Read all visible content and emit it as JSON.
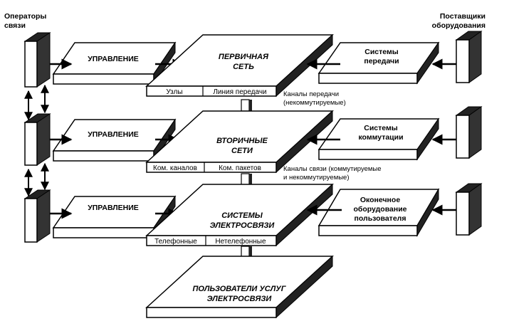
{
  "diagram": {
    "operators_label": [
      "Операторы",
      "связи"
    ],
    "suppliers_label": [
      "Поставщики",
      "оборудования"
    ],
    "management_label": "УПРАВЛЕНИЕ",
    "primary_network": {
      "title": [
        "ПЕРВИЧНАЯ",
        "СЕТЬ"
      ],
      "sections": [
        "Узлы",
        "Линия передачи"
      ]
    },
    "secondary_networks": {
      "title": [
        "ВТОРИЧНЫЕ",
        "СЕТИ"
      ],
      "sections": [
        "Ком. каналов",
        "Ком. пакетов"
      ]
    },
    "telecom_systems": {
      "title": [
        "СИСТЕМЫ",
        "ЭЛЕКТРОСВЯЗИ"
      ],
      "sections": [
        "Телефонные",
        "Нетелефонные"
      ]
    },
    "users": {
      "title": [
        "ПОЛЬЗОВАТЕЛИ УСЛУГ",
        "ЭЛЕКТРОСВЯЗИ"
      ]
    },
    "channels_1": [
      "Каналы передачи",
      "(некоммутируемые)"
    ],
    "channels_2": [
      "Каналы связи (коммутируемые",
      "и некоммутируемые)"
    ],
    "transmission_systems": [
      "Системы",
      "передачи"
    ],
    "switching_systems": [
      "Системы",
      "коммутации"
    ],
    "terminal_equipment": [
      "Оконечное",
      "оборудование",
      "пользователя"
    ]
  }
}
